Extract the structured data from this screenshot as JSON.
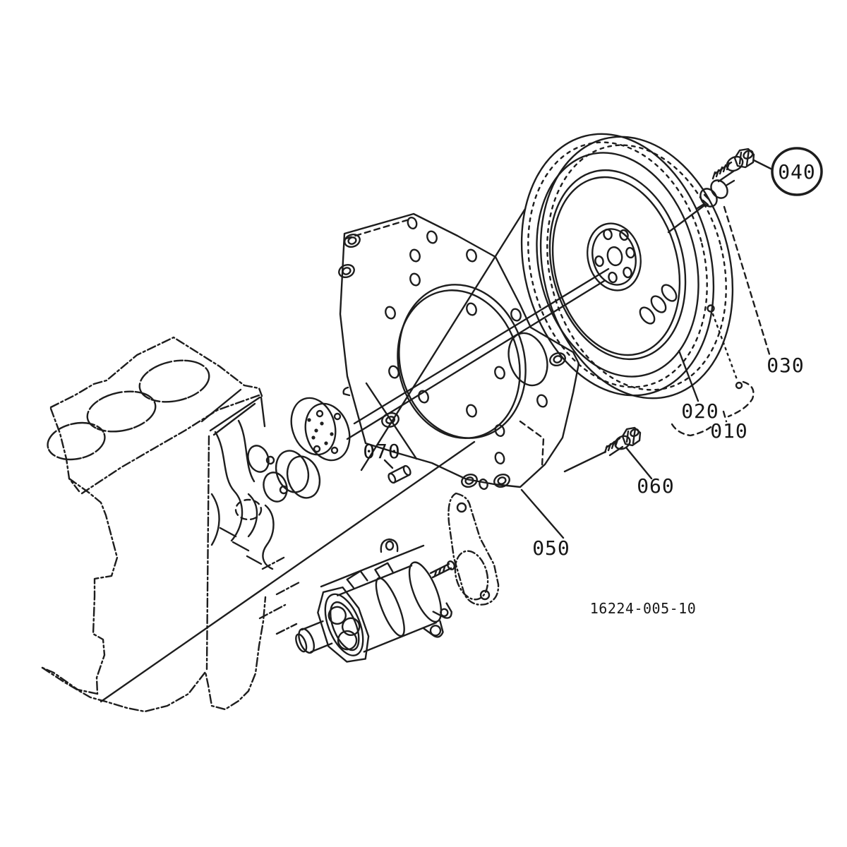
{
  "diagram": {
    "figure_number": "16224-005-10",
    "callouts": [
      {
        "id": "010",
        "label": "010",
        "highlighted": false
      },
      {
        "id": "020",
        "label": "020",
        "highlighted": false
      },
      {
        "id": "030",
        "label": "030",
        "highlighted": false
      },
      {
        "id": "040",
        "label": "040",
        "highlighted": true
      },
      {
        "id": "050",
        "label": "050",
        "highlighted": false
      },
      {
        "id": "060",
        "label": "060",
        "highlighted": false
      },
      {
        "id": "070",
        "label": "070",
        "highlighted": false
      }
    ],
    "colors": {
      "line": "#1d1d1d",
      "highlight": "#cf1f1f",
      "background": "#ffffff"
    }
  }
}
